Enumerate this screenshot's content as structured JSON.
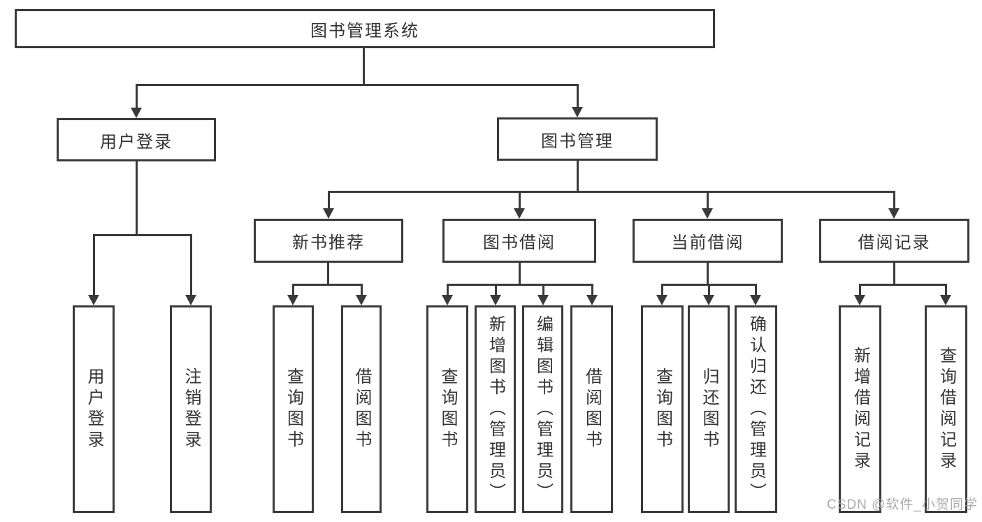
{
  "diagram": {
    "type": "hierarchy",
    "tree": {
      "label": "图书管理系统",
      "children": [
        {
          "label": "用户登录",
          "children": [
            {
              "label": "用户登录"
            },
            {
              "label": "注销登录"
            }
          ]
        },
        {
          "label": "图书管理",
          "children": [
            {
              "label": "新书推荐",
              "children": [
                {
                  "label": "查询图书"
                },
                {
                  "label": "借阅图书"
                }
              ]
            },
            {
              "label": "图书借阅",
              "children": [
                {
                  "label": "查询图书"
                },
                {
                  "label": "新增图书（管理员）"
                },
                {
                  "label": "编辑图书（管理员）"
                },
                {
                  "label": "借阅图书"
                }
              ]
            },
            {
              "label": "当前借阅",
              "children": [
                {
                  "label": "查询图书"
                },
                {
                  "label": "归还图书"
                },
                {
                  "label": "确认归还（管理员）"
                }
              ]
            },
            {
              "label": "借阅记录",
              "children": [
                {
                  "label": "新增借阅记录"
                },
                {
                  "label": "查询借阅记录"
                }
              ]
            }
          ]
        }
      ]
    }
  },
  "watermark": {
    "text": "CSDN @软件_小贺同学"
  },
  "colors": {
    "line": "#3a3a3a",
    "box_border": "#3a3a3a",
    "box_background": "#ffffff",
    "text": "#333333",
    "watermark": "#a4a4a4",
    "page_background": "#ffffff"
  }
}
